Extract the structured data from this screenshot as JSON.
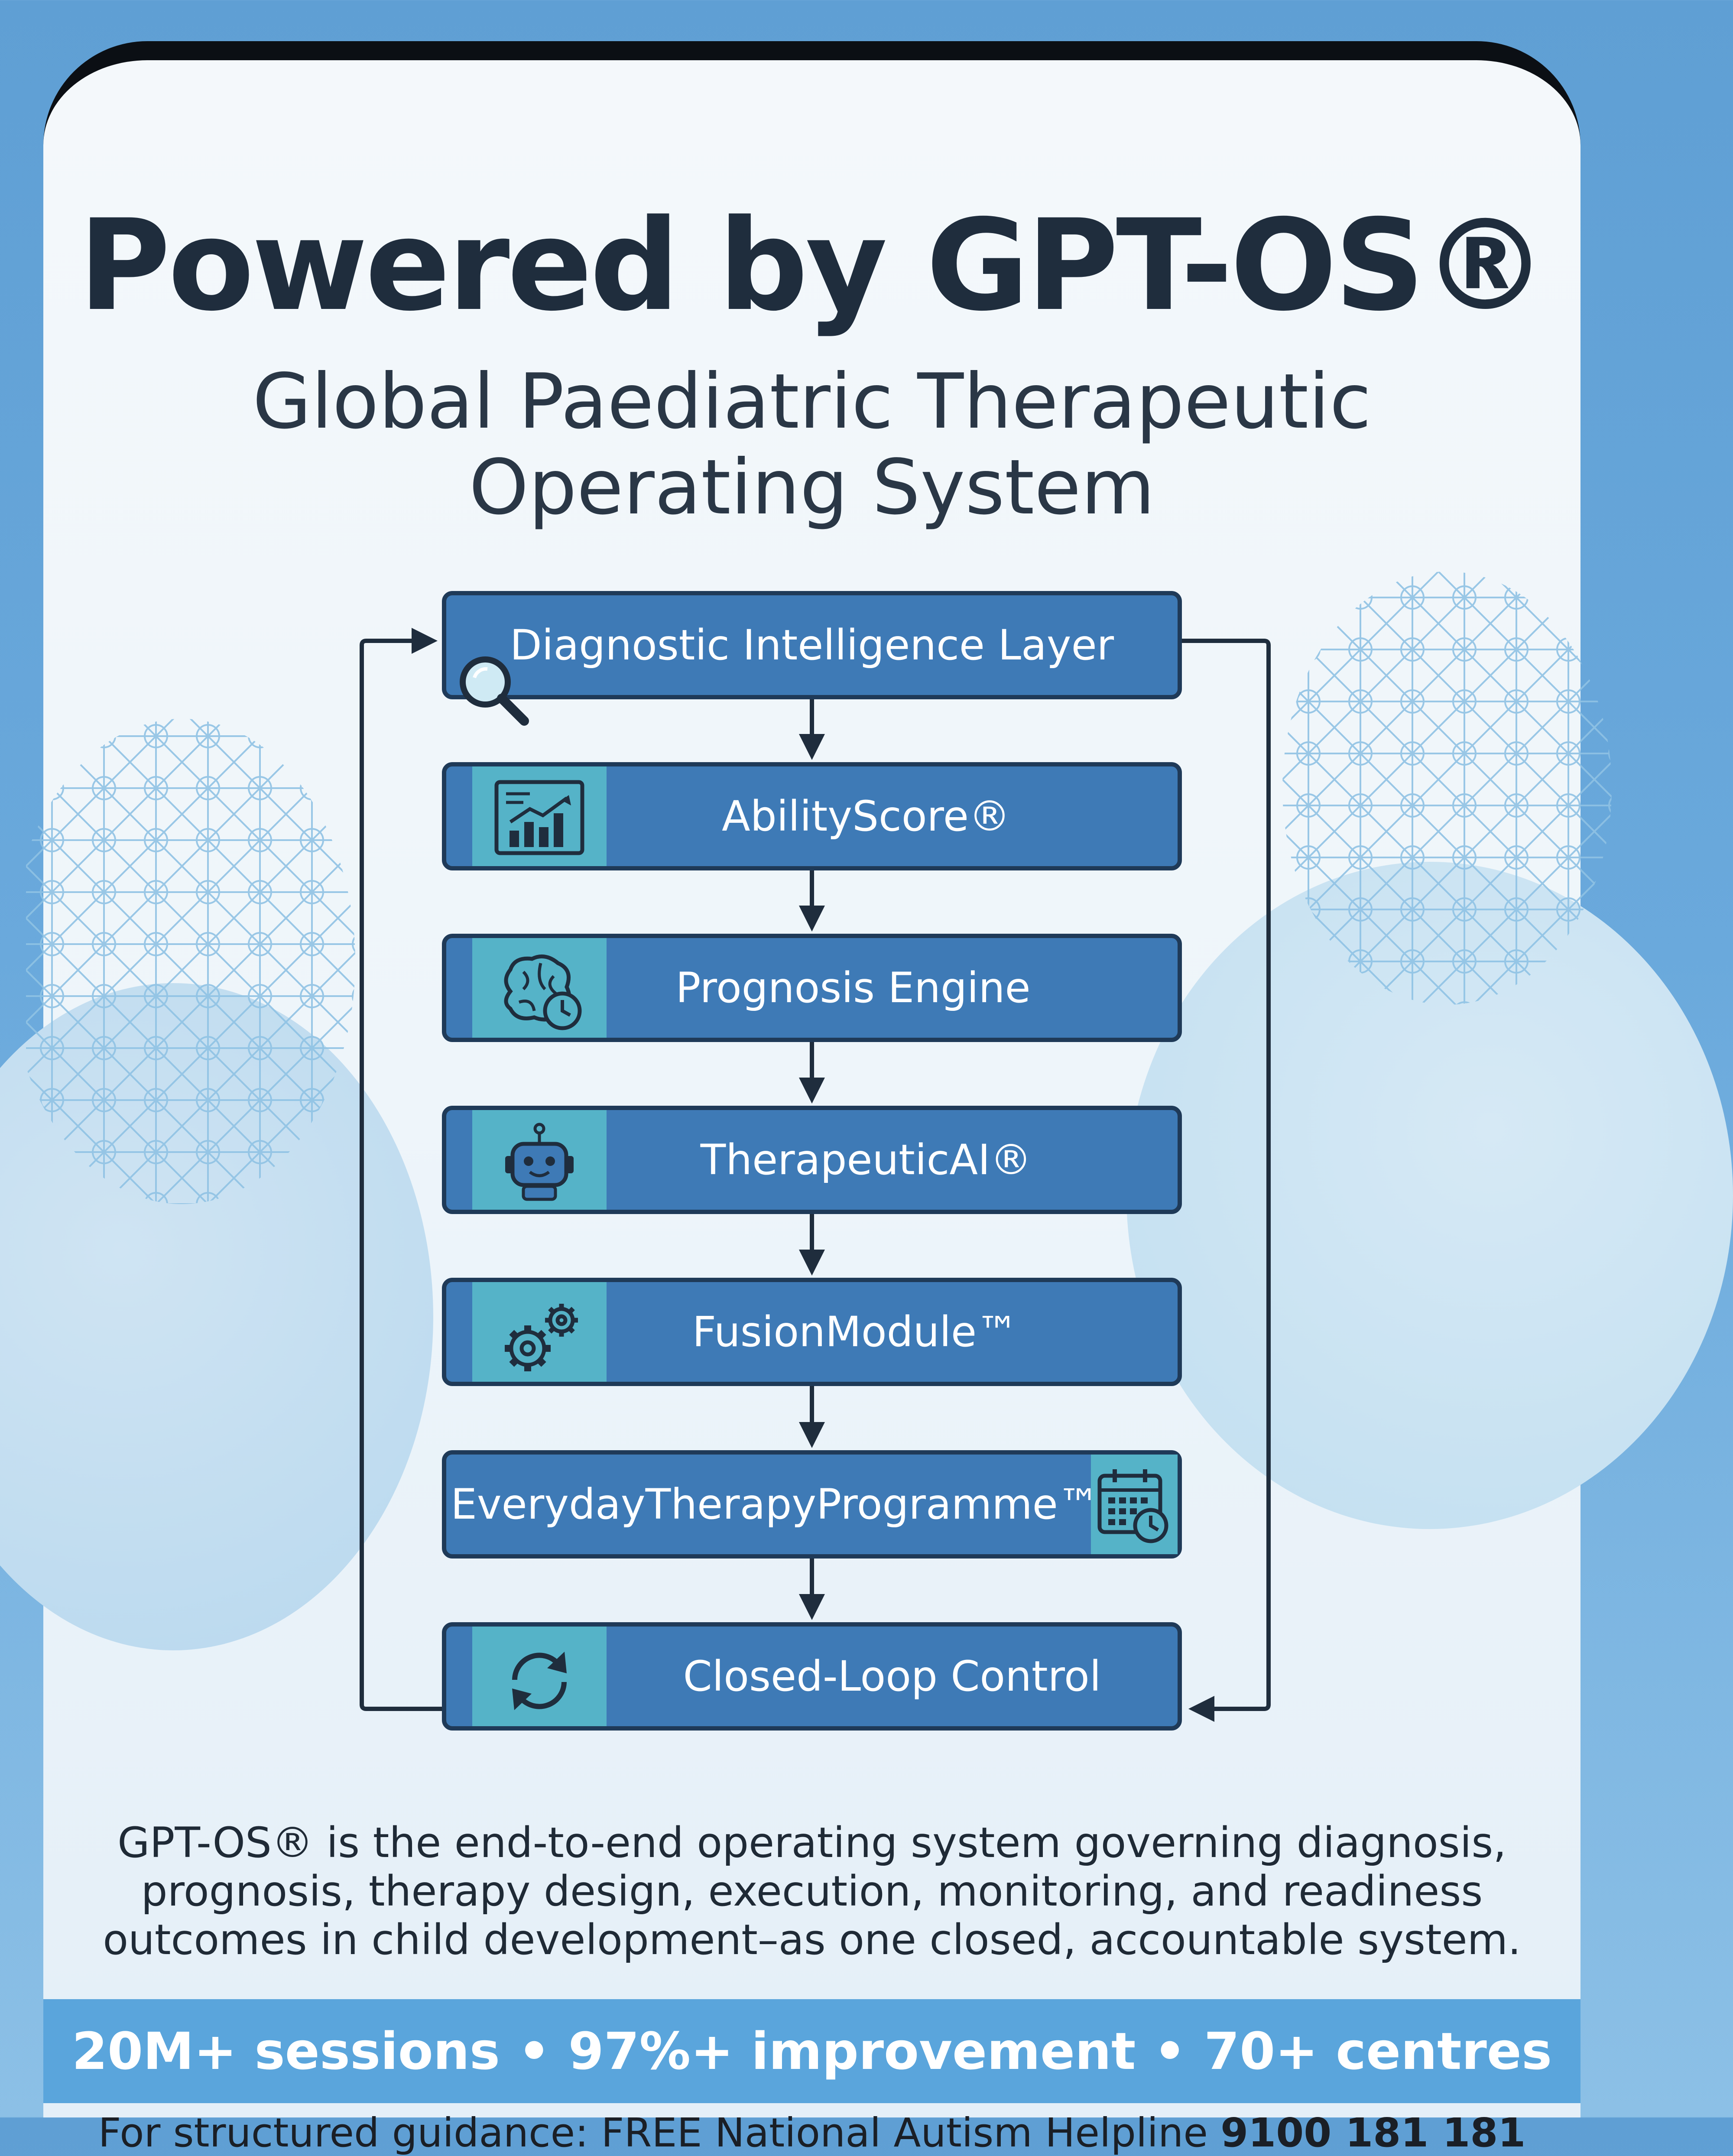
{
  "colors": {
    "page_background": "#6aa9dc",
    "card_background": "#f1f6fa",
    "title_text": "#1f2d3d",
    "box_fill": "#3e7ab6",
    "box_border": "#1f3a58",
    "icon_tile": "#55b3c8",
    "stats_band": "#5aa5dc"
  },
  "header": {
    "title": "Powered by GPT-OS®",
    "subtitle_line1": "Global Paediatric Therapeutic",
    "subtitle_line2": "Operating System"
  },
  "flow": {
    "steps": [
      {
        "label": "Diagnostic Intelligence Layer",
        "icon": "magnifier-icon"
      },
      {
        "label": "AbilityScore®",
        "icon": "bar-chart-icon"
      },
      {
        "label": "Prognosis Engine",
        "icon": "brain-clock-icon"
      },
      {
        "label": "TherapeuticAI®",
        "icon": "robot-icon"
      },
      {
        "label": "FusionModule™",
        "icon": "gears-icon"
      },
      {
        "label": "EverydayTherapyProgramme™",
        "icon": "calendar-clock-icon"
      },
      {
        "label": "Closed-Loop Control",
        "icon": "refresh-cycle-icon"
      }
    ],
    "loop": "Closed-Loop Control feeds back into Diagnostic Intelligence Layer"
  },
  "description": {
    "line1": "GPT-OS® is the end-to-end operating system governing diagnosis,",
    "line2": "prognosis, therapy design, execution, monitoring, and readiness",
    "line3": "outcomes in child development–as one closed, accountable system."
  },
  "stats": {
    "text": "20M+ sessions • 97%+ improvement • 70+ centres"
  },
  "footer": {
    "helpline_text": "For structured guidance: FREE National Autism Helpline",
    "helpline_number": "9100 181 181"
  }
}
